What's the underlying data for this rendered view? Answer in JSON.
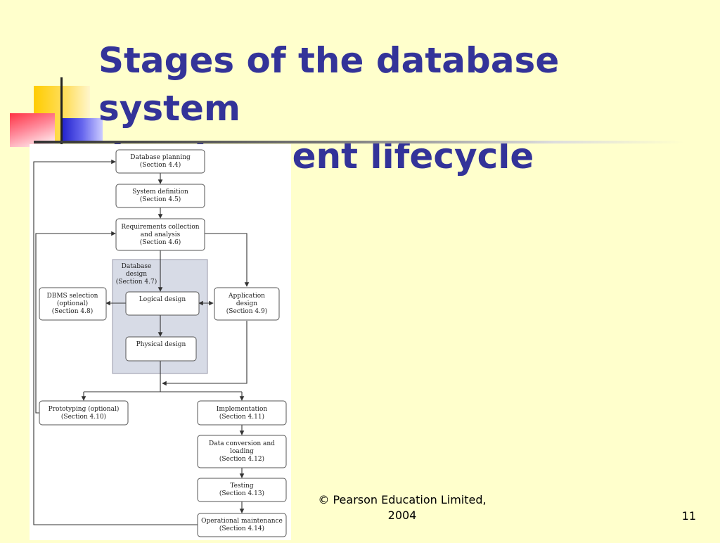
{
  "slide": {
    "title_line1": "Stages of the database system",
    "title_line2": "development lifecycle",
    "footer": {
      "copyright_line1": "© Pearson Education Limited,",
      "copyright_line2": "2004",
      "page_number": "11"
    }
  },
  "diagram": {
    "group": {
      "line1": "Database",
      "line2": "design",
      "line3": "(Section 4.7)"
    },
    "nodes": {
      "planning": {
        "line1": "Database planning",
        "line2": "(Section 4.4)"
      },
      "sysdef": {
        "line1": "System definition",
        "line2": "(Section 4.5)"
      },
      "requirements": {
        "line1": "Requirements collection",
        "line2": "and analysis",
        "line3": "(Section 4.6)"
      },
      "dbms": {
        "line1": "DBMS selection",
        "line2": "(optional)",
        "line3": "(Section 4.8)"
      },
      "logical": {
        "line1": "Logical design"
      },
      "appdesign": {
        "line1": "Application",
        "line2": "design",
        "line3": "(Section 4.9)"
      },
      "physical": {
        "line1": "Physical design"
      },
      "prototyping": {
        "line1": "Prototyping (optional)",
        "line2": "(Section 4.10)"
      },
      "implementation": {
        "line1": "Implementation",
        "line2": "(Section 4.11)"
      },
      "dataconv": {
        "line1": "Data conversion and",
        "line2": "loading",
        "line3": "(Section 4.12)"
      },
      "testing": {
        "line1": "Testing",
        "line2": "(Section 4.13)"
      },
      "maintenance": {
        "line1": "Operational maintenance",
        "line2": "(Section 4.14)"
      }
    }
  }
}
